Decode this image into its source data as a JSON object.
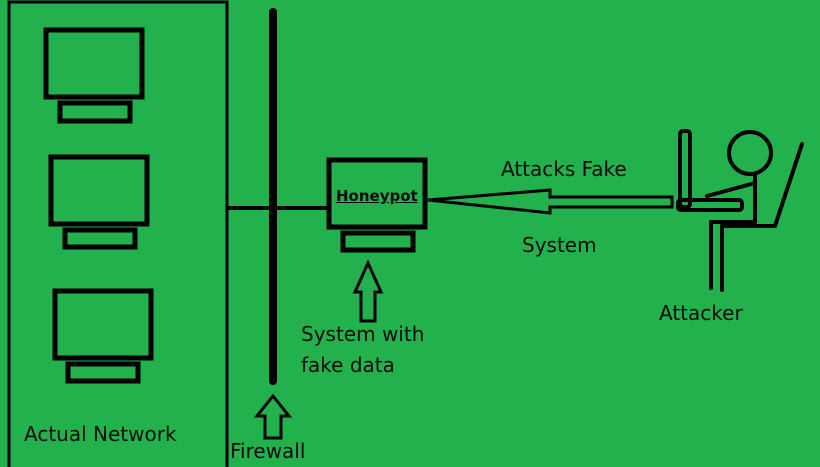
{
  "background_color": "#22b14c",
  "line_color": "#000000",
  "labels": {
    "actual_network": "Actual Network",
    "firewall": "Firewall",
    "honeypot": "Honeypot",
    "system_with_fake_data_line1": "System with",
    "system_with_fake_data_line2": "fake data",
    "attacks_fake": "Attacks Fake",
    "system": "System",
    "attacker": "Attacker"
  },
  "network": {
    "computers": [
      {
        "name": "computer-1"
      },
      {
        "name": "computer-2"
      },
      {
        "name": "computer-3"
      }
    ]
  },
  "icons": {
    "attacker": "stick-figure-at-laptop-icon",
    "honeypot": "monitor-icon",
    "firewall_pointer": "up-arrow-icon",
    "honeypot_pointer": "up-arrow-icon",
    "attack": "left-arrow-icon"
  }
}
